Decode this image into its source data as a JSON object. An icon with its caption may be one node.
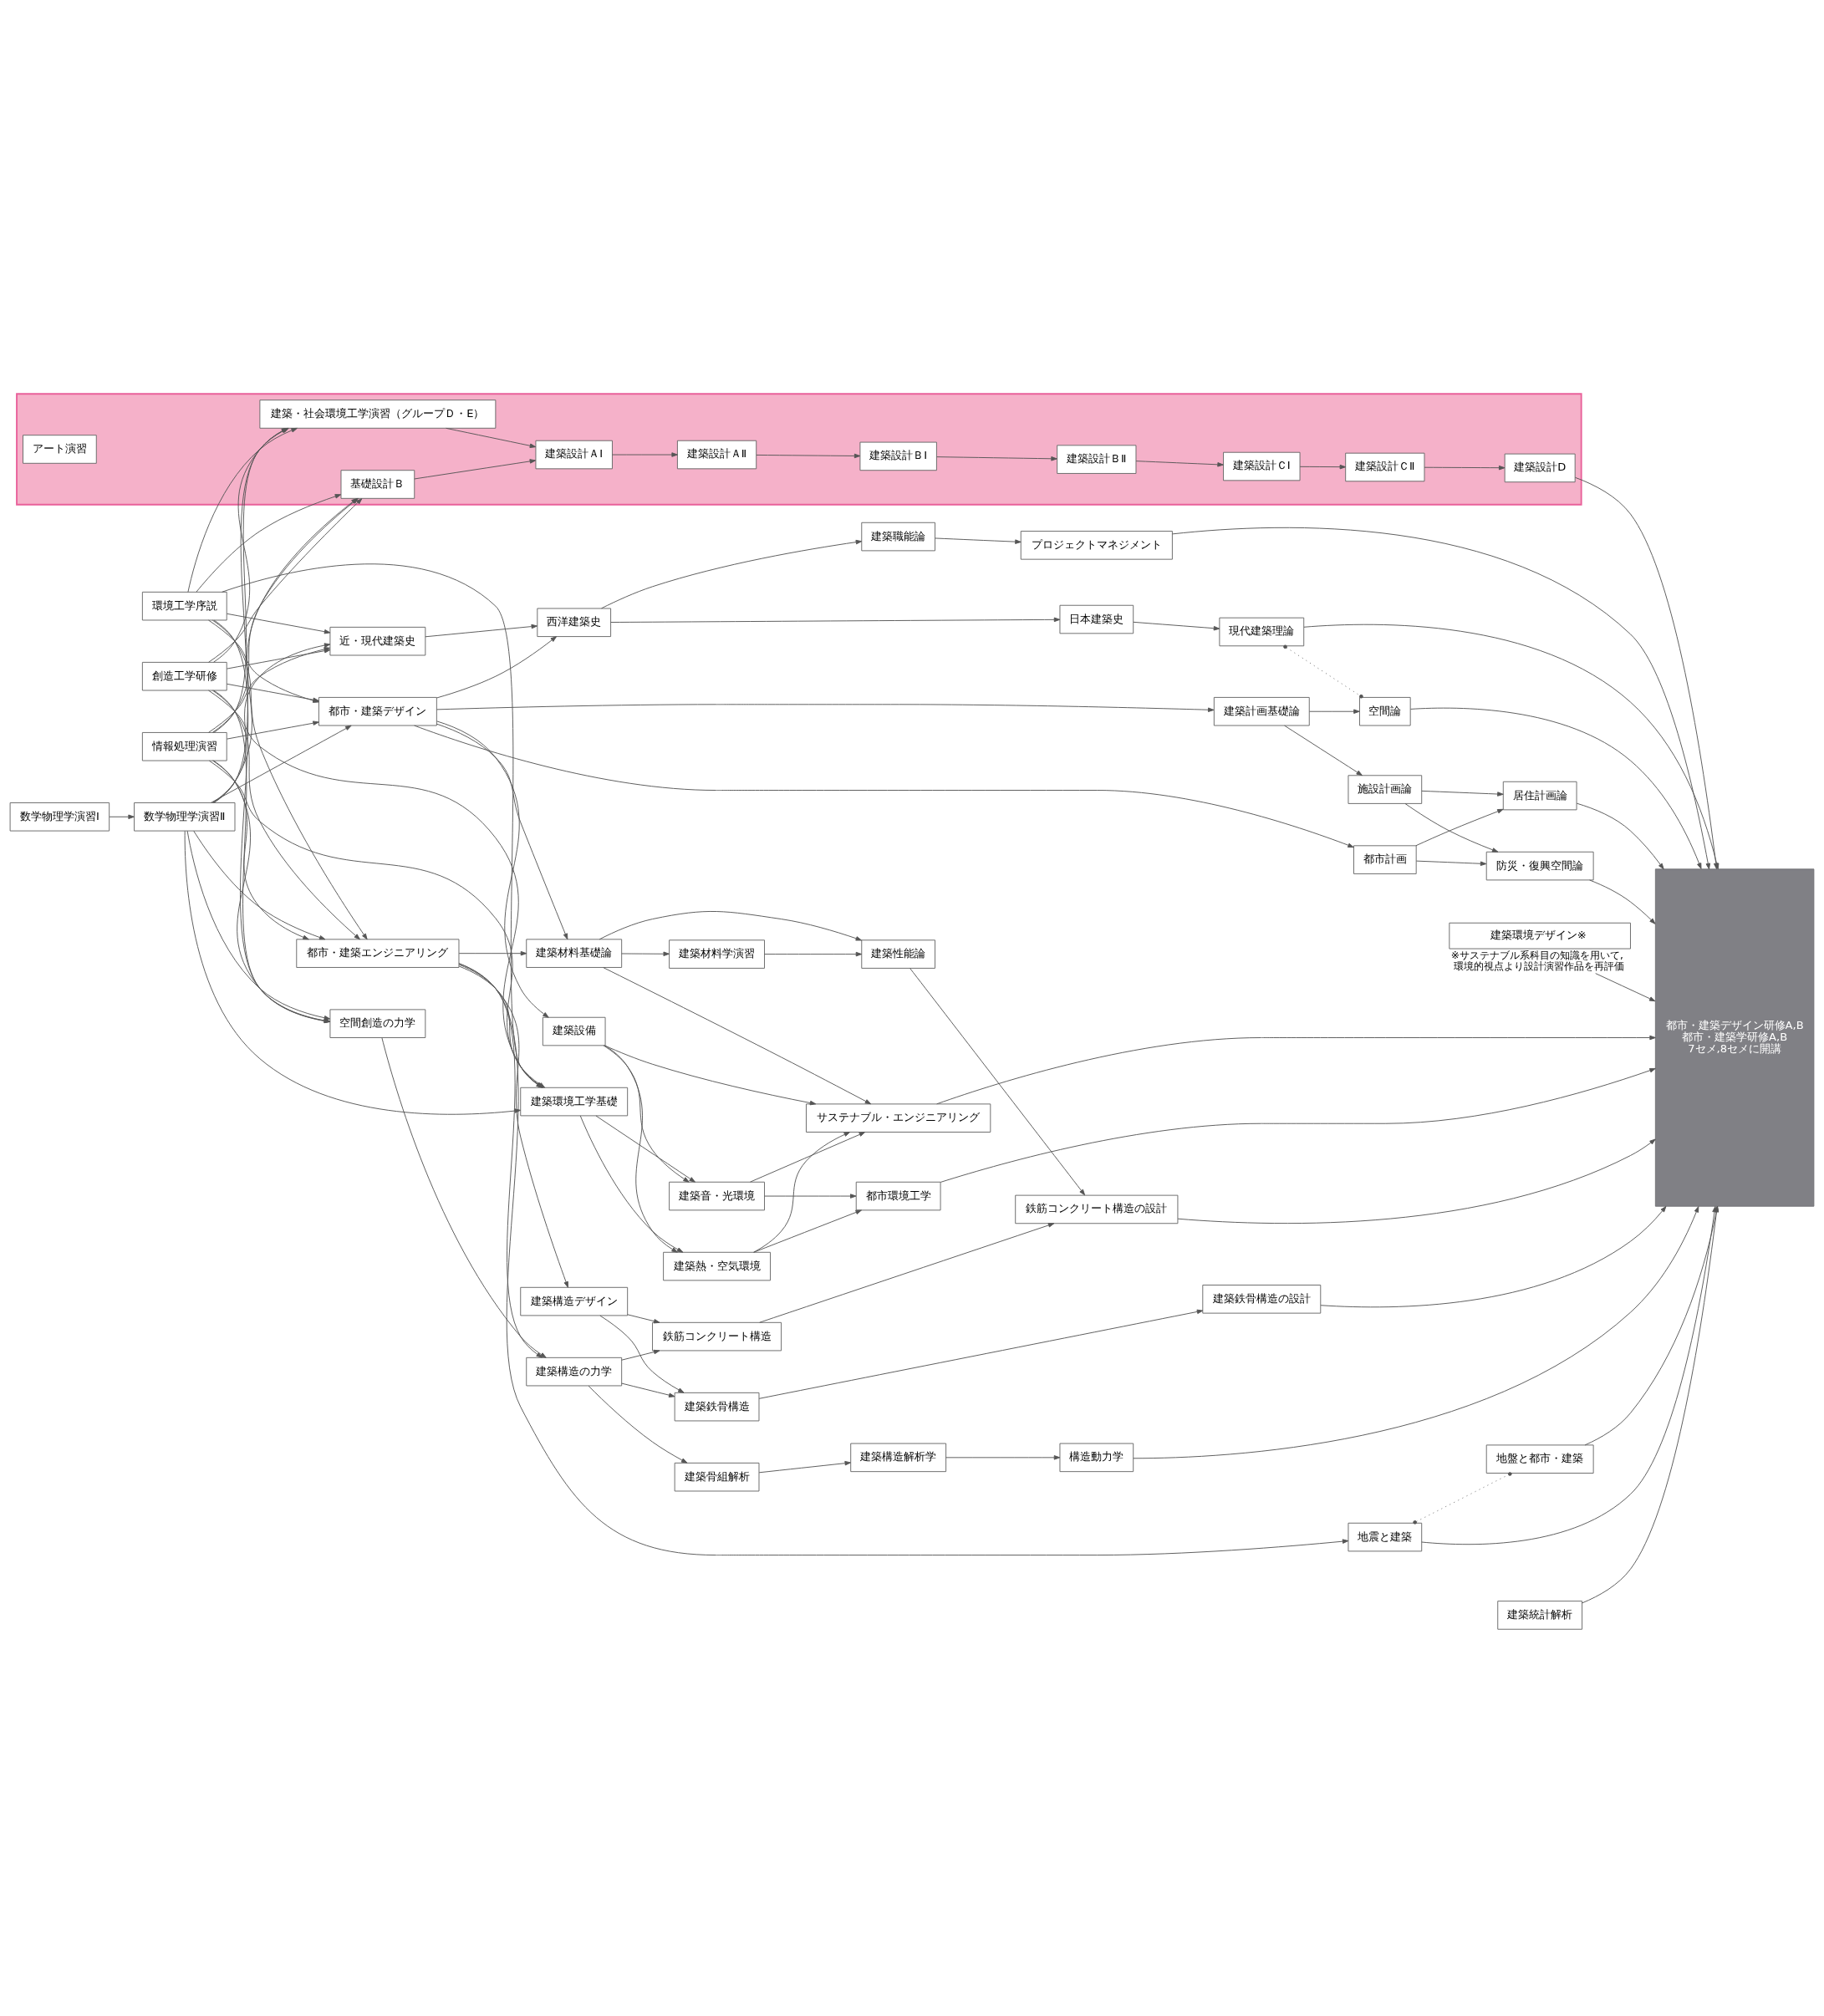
{
  "diagram": {
    "nodes": [
      {
        "text": [],
        "shape": "box"
      },
      {
        "text": [
          "建築・社会環境工学演習（グループＤ・E）"
        ],
        "in": 0
      },
      {
        "text": [
          "アート演習"
        ],
        "in": 0
      },
      {
        "text": [
          "基礎設計Ｂ"
        ],
        "in": 0
      },
      {
        "text": [
          "建築設計ＡⅠ"
        ],
        "in": 0
      },
      {
        "text": [
          "建築設計ＡⅡ"
        ],
        "in": 0
      },
      {
        "text": [
          "建築設計ＢⅠ"
        ],
        "in": 0
      },
      {
        "text": [
          "建築設計ＢⅡ"
        ],
        "in": 0
      },
      {
        "text": [
          "建築設計ＣⅠ"
        ],
        "in": 0
      },
      {
        "text": [
          "建築設計ＣⅡ"
        ],
        "in": 0
      },
      {
        "text": [
          "建築設計D"
        ],
        "in": 0
      },
      {
        "text": [
          "建築職能論"
        ]
      },
      {
        "text": [
          "プロジェクトマネジメント"
        ]
      },
      {
        "text": [
          "近・現代建築史"
        ]
      },
      {
        "text": [
          "西洋建築史"
        ]
      },
      {
        "text": [
          "日本建築史"
        ]
      },
      {
        "text": [
          "現代建築理論"
        ]
      },
      {
        "text": [
          "都市・建築デザイン"
        ]
      },
      {
        "text": [
          "空間論"
        ]
      },
      {
        "text": [
          "建築計画基礎論"
        ]
      },
      {
        "text": [
          "施設計画論"
        ]
      },
      {
        "text": [
          "居住計画論"
        ]
      },
      {
        "text": [
          "都市計画"
        ]
      },
      {
        "text": [
          "防災・復興空間論"
        ]
      },
      {
        "text": [
          "建築環境デザイン※"
        ],
        "beside": [
          "※サステナブル系科目の知識を用いて,環境的視点より設計演習作品を再評価"
        ]
      },
      {
        "text": [
          "環境工学序説"
        ]
      },
      {
        "text": [
          "創造工学研修"
        ]
      },
      {
        "text": [
          "情報処理演習"
        ]
      },
      {
        "text": [
          "数学物理学演習Ⅰ"
        ]
      },
      {
        "text": [
          "数学物理学演習Ⅱ"
        ]
      },
      {
        "text": [
          "建築環境工学基礎"
        ]
      },
      {
        "text": [
          "建築熱・空気環境"
        ]
      },
      {
        "text": [
          "都市環境工学"
        ]
      },
      {
        "text": [
          "建築音・光環境"
        ]
      },
      {
        "text": [
          "建築設備"
        ]
      },
      {
        "text": [
          "サステナブル・エンジニアリング"
        ]
      },
      {
        "text": [
          "建築材料基礎論"
        ]
      },
      {
        "text": [
          "建築材料学演習"
        ]
      },
      {
        "text": [
          "建築性能論"
        ]
      },
      {
        "text": [
          "都市・建築エンジニアリング"
        ]
      },
      {
        "text": [
          "空間創造の力学"
        ]
      },
      {
        "text": [
          "建築構造の力学"
        ]
      },
      {
        "text": [
          "建築骨組解析"
        ]
      },
      {
        "text": [
          "建築構造解析学"
        ]
      },
      {
        "text": [
          "構造動力学"
        ]
      },
      {
        "text": [
          "建築構造デザイン"
        ]
      },
      {
        "text": [
          "鉄筋コンクリート構造"
        ]
      },
      {
        "text": [
          "鉄筋コンクリート構造の設計"
        ]
      },
      {
        "text": [
          "建築鉄骨構造"
        ]
      },
      {
        "text": [
          "建築鉄骨構造の設計"
        ]
      },
      {
        "text": [
          "地震と建築"
        ]
      },
      {
        "text": [
          "地盤と都市・建築"
        ]
      },
      {
        "text": [
          "建築統計解析"
        ]
      },
      {
        "text": [
          "都市・建築デザイン研修A,B",
          "都市・建築学研修A,B",
          "7セメ,8セメに開講"
        ]
      }
    ],
    "edges": [
      {
        "from": 25,
        "to": 1,
        "arrow": "to"
      },
      {
        "from": 25,
        "to": 3,
        "arrow": "to"
      },
      {
        "from": 25,
        "to": 13,
        "arrow": "to"
      },
      {
        "from": 25,
        "to": 17,
        "arrow": "to"
      },
      {
        "from": 25,
        "to": 30,
        "arrow": "to"
      },
      {
        "from": 25,
        "to": 39,
        "arrow": "to"
      },
      {
        "from": 25,
        "to": 40,
        "arrow": "to"
      },
      {
        "from": 26,
        "to": 1,
        "arrow": "to"
      },
      {
        "from": 26,
        "to": 3,
        "arrow": "to"
      },
      {
        "from": 26,
        "to": 13,
        "arrow": "to"
      },
      {
        "from": 26,
        "to": 17,
        "arrow": "to"
      },
      {
        "from": 26,
        "to": 30,
        "arrow": "to"
      },
      {
        "from": 26,
        "to": 39,
        "arrow": "to"
      },
      {
        "from": 26,
        "to": 40,
        "arrow": "to"
      },
      {
        "from": 27,
        "to": 1,
        "arrow": "to"
      },
      {
        "from": 27,
        "to": 3,
        "arrow": "to"
      },
      {
        "from": 27,
        "to": 13,
        "arrow": "to"
      },
      {
        "from": 27,
        "to": 17,
        "arrow": "to"
      },
      {
        "from": 27,
        "to": 30,
        "arrow": "to"
      },
      {
        "from": 27,
        "to": 39,
        "arrow": "to"
      },
      {
        "from": 27,
        "to": 40,
        "arrow": "to"
      },
      {
        "from": 29,
        "to": 1,
        "arrow": "to"
      },
      {
        "from": 29,
        "to": 3,
        "arrow": "to"
      },
      {
        "from": 29,
        "to": 13,
        "arrow": "to"
      },
      {
        "from": 29,
        "to": 17,
        "arrow": "to"
      },
      {
        "from": 29,
        "to": 30,
        "arrow": "to"
      },
      {
        "from": 29,
        "to": 39,
        "arrow": "to"
      },
      {
        "from": 29,
        "to": 40,
        "arrow": "to"
      },
      {
        "from": 28,
        "to": 29,
        "arrow": "to"
      },
      {
        "from": 1,
        "to": 4,
        "arrow": "to"
      },
      {
        "from": 3,
        "to": 4,
        "arrow": "to"
      },
      {
        "from": 4,
        "to": 5,
        "arrow": "to"
      },
      {
        "from": 5,
        "to": 6,
        "arrow": "to"
      },
      {
        "from": 6,
        "to": 7,
        "arrow": "to"
      },
      {
        "from": 7,
        "to": 8,
        "arrow": "to"
      },
      {
        "from": 8,
        "to": 9,
        "arrow": "to"
      },
      {
        "from": 9,
        "to": 10,
        "arrow": "to"
      },
      {
        "from": 10,
        "to": 53,
        "arrow": "to"
      },
      {
        "from": 13,
        "to": 14,
        "arrow": "to"
      },
      {
        "from": 17,
        "to": 14,
        "arrow": "to"
      },
      {
        "from": 17,
        "to": 19,
        "arrow": "to"
      },
      {
        "from": 17,
        "to": 22,
        "arrow": "to"
      },
      {
        "from": 17,
        "to": 34,
        "arrow": "to"
      },
      {
        "from": 17,
        "to": 36,
        "arrow": "to"
      },
      {
        "from": 14,
        "to": 11,
        "arrow": "to"
      },
      {
        "from": 14,
        "to": 15,
        "arrow": "to"
      },
      {
        "from": 11,
        "to": 12,
        "arrow": "to"
      },
      {
        "from": 12,
        "to": 53,
        "arrow": "to"
      },
      {
        "from": 15,
        "to": 16,
        "arrow": "to"
      },
      {
        "from": 16,
        "to": 53,
        "arrow": "to"
      },
      {
        "from": 16,
        "to": 18,
        "arrow": "other",
        "style": "dashed"
      },
      {
        "from": 19,
        "to": 18,
        "arrow": "to"
      },
      {
        "from": 19,
        "to": 20,
        "arrow": "to"
      },
      {
        "from": 18,
        "to": 53,
        "arrow": "to"
      },
      {
        "from": 20,
        "to": 21,
        "arrow": "to"
      },
      {
        "from": 20,
        "to": 23,
        "arrow": "to"
      },
      {
        "from": 22,
        "to": 21,
        "arrow": "to"
      },
      {
        "from": 22,
        "to": 23,
        "arrow": "to"
      },
      {
        "from": 21,
        "to": 53,
        "arrow": "to"
      },
      {
        "from": 23,
        "to": 53,
        "arrow": "to"
      },
      {
        "from": 24,
        "to": 53,
        "arrow": "to"
      },
      {
        "from": 39,
        "to": 30,
        "arrow": "to"
      },
      {
        "from": 39,
        "to": 36,
        "arrow": "to"
      },
      {
        "from": 39,
        "to": 41,
        "arrow": "to"
      },
      {
        "from": 39,
        "to": 45,
        "arrow": "to"
      },
      {
        "from": 39,
        "to": 50,
        "arrow": "to"
      },
      {
        "from": 30,
        "to": 31,
        "arrow": "to"
      },
      {
        "from": 30,
        "to": 33,
        "arrow": "to"
      },
      {
        "from": 34,
        "to": 31,
        "arrow": "to"
      },
      {
        "from": 34,
        "to": 33,
        "arrow": "to"
      },
      {
        "from": 34,
        "to": 35,
        "arrow": "to"
      },
      {
        "from": 31,
        "to": 32,
        "arrow": "to"
      },
      {
        "from": 31,
        "to": 35,
        "arrow": "to"
      },
      {
        "from": 33,
        "to": 32,
        "arrow": "to"
      },
      {
        "from": 33,
        "to": 35,
        "arrow": "to"
      },
      {
        "from": 36,
        "to": 37,
        "arrow": "to"
      },
      {
        "from": 36,
        "to": 35,
        "arrow": "to"
      },
      {
        "from": 36,
        "to": 38,
        "arrow": "to"
      },
      {
        "from": 37,
        "to": 38,
        "arrow": "to"
      },
      {
        "from": 32,
        "to": 53,
        "arrow": "to"
      },
      {
        "from": 35,
        "to": 53,
        "arrow": "to"
      },
      {
        "from": 38,
        "to": 47,
        "arrow": "to"
      },
      {
        "from": 40,
        "to": 41,
        "arrow": "to"
      },
      {
        "from": 41,
        "to": 42,
        "arrow": "to"
      },
      {
        "from": 41,
        "to": 46,
        "arrow": "to"
      },
      {
        "from": 41,
        "to": 48,
        "arrow": "to"
      },
      {
        "from": 45,
        "to": 46,
        "arrow": "to"
      },
      {
        "from": 45,
        "to": 48,
        "arrow": "to"
      },
      {
        "from": 42,
        "to": 43,
        "arrow": "to"
      },
      {
        "from": 43,
        "to": 44,
        "arrow": "to"
      },
      {
        "from": 44,
        "to": 53,
        "arrow": "to"
      },
      {
        "from": 46,
        "to": 47,
        "arrow": "to"
      },
      {
        "from": 47,
        "to": 53,
        "arrow": "to"
      },
      {
        "from": 48,
        "to": 49,
        "arrow": "to"
      },
      {
        "from": 49,
        "to": 53,
        "arrow": "to"
      },
      {
        "from": 50,
        "to": 53,
        "arrow": "to"
      },
      {
        "from": 50,
        "to": 51,
        "arrow": "other",
        "style": "dashed"
      },
      {
        "from": 51,
        "to": 53,
        "arrow": "to"
      },
      {
        "from": 52,
        "to": 53,
        "arrow": "to"
      }
    ]
  }
}
